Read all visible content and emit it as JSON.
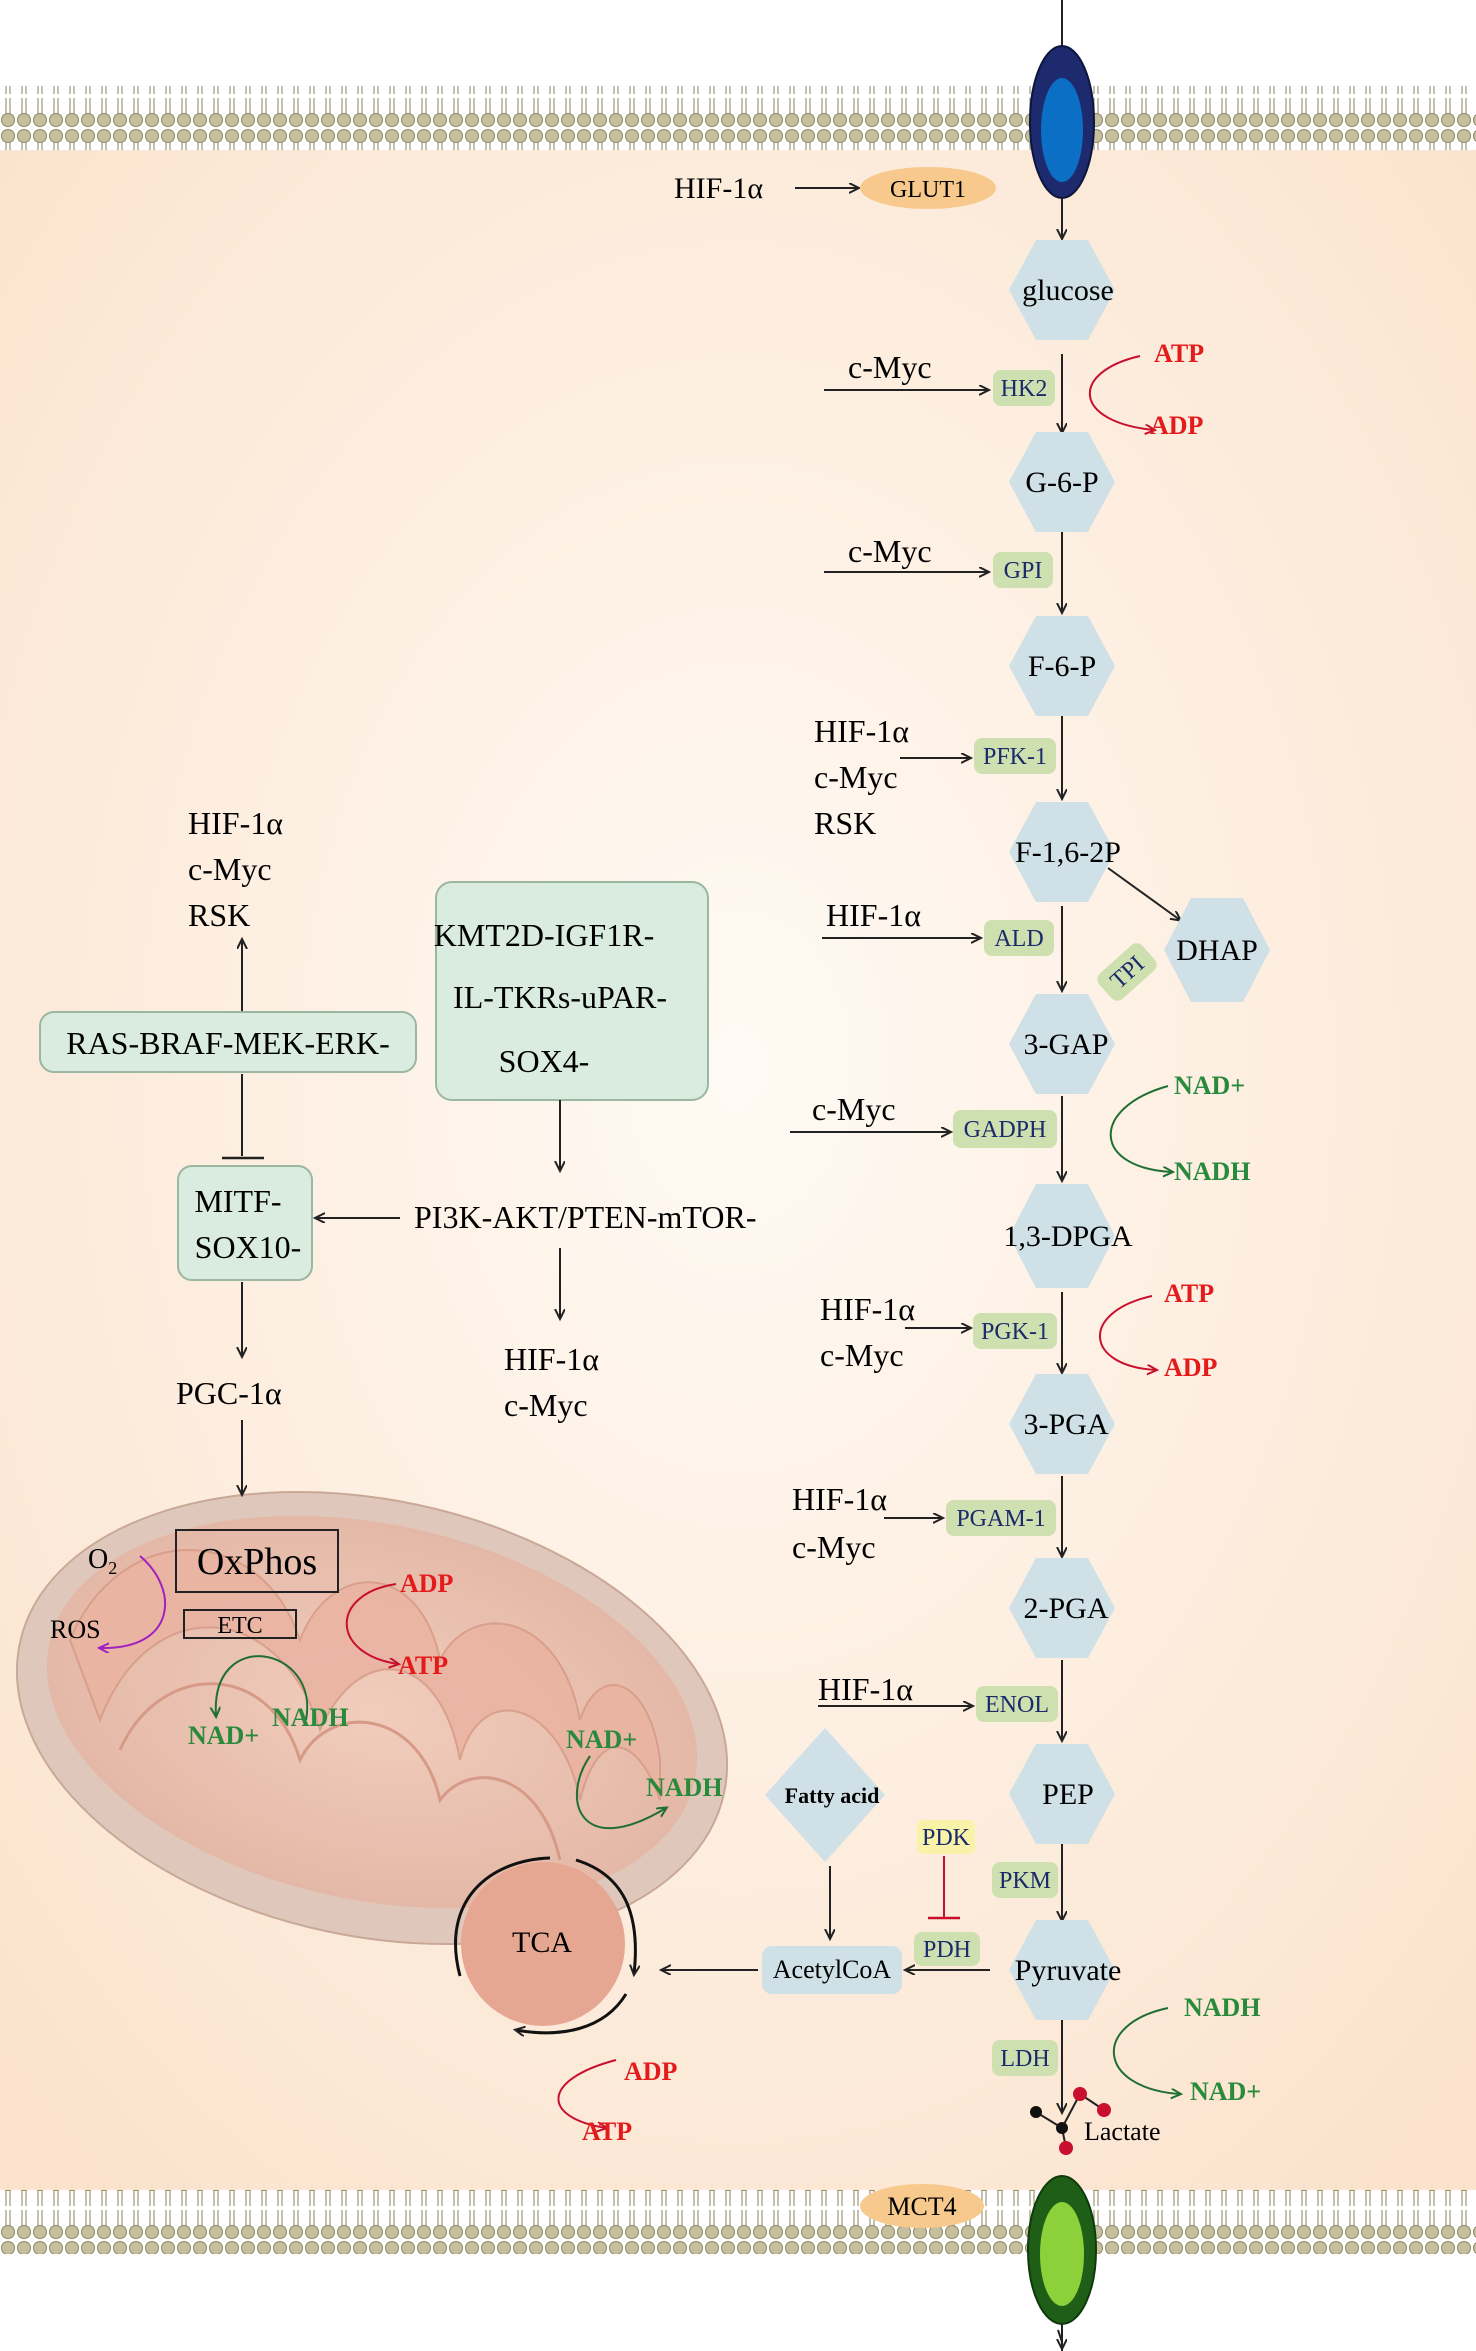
{
  "transporters": {
    "glut1": "GLUT1",
    "mct4": "MCT4"
  },
  "regulators": {
    "hif1a_glut1": "HIF-1α",
    "cmyc_hk2": "c-Myc",
    "cmyc_gpi": "c-Myc",
    "pfk1_hif": "HIF-1α",
    "pfk1_cmyc": "c-Myc",
    "pfk1_rsk": "RSK",
    "ald_hif": "HIF-1α",
    "gadph_cmyc": "c-Myc",
    "pgk1_hif": "HIF-1α",
    "pgk1_cmyc": "c-Myc",
    "pgam1_hif": "HIF-1α",
    "pgam1_cmyc": "c-Myc",
    "enol_hif": "HIF-1α"
  },
  "metabolites": {
    "glucose": "glucose",
    "g6p": "G-6-P",
    "f6p": "F-6-P",
    "f16p": "F-1,6-2P",
    "dhap": "DHAP",
    "gap": "3-GAP",
    "dpga": "1,3-DPGA",
    "pga3": "3-PGA",
    "pga2": "2-PGA",
    "pep": "PEP",
    "pyruvate": "Pyruvate",
    "lactate": "Lactate",
    "fatty_acid": "Fatty acid",
    "acetylcoa": "AcetylCoA"
  },
  "enzymes": {
    "hk2": "HK2",
    "gpi": "GPI",
    "pfk1": "PFK-1",
    "ald": "ALD",
    "tpi": "TPI",
    "gadph": "GADPH",
    "pgk1": "PGK-1",
    "pgam1": "PGAM-1",
    "enol": "ENOL",
    "pkm": "PKM",
    "ldh": "LDH",
    "pdk": "PDK",
    "pdh": "PDH"
  },
  "cofactors": {
    "atp1": "ATP",
    "adp1": "ADP",
    "nad1": "NAD+",
    "nadh1": "NADH",
    "atp2": "ATP",
    "adp2": "ADP",
    "nadh3": "NADH",
    "nad3": "NAD+",
    "adp_ox": "ADP",
    "atp_ox": "ATP",
    "nadh_etc": "NADH",
    "nad_etc": "NAD+",
    "nad_tca": "NAD+",
    "nadh_tca": "NADH",
    "adp_tca": "ADP",
    "atp_tca": "ATP"
  },
  "signaling": {
    "top_hif": "HIF-1α",
    "top_cmyc": "c-Myc",
    "top_rsk": "RSK",
    "ras": "RAS-BRAF-MEK-ERK-",
    "kmt_line1": "KMT2D-IGF1R-",
    "kmt_line2": "IL-TKRs-uPAR-",
    "kmt_line3": "SOX4-",
    "mitf_line1": "MITF-",
    "mitf_line2": "SOX10-",
    "pi3k": "PI3K-AKT/PTEN-mTOR-",
    "pi3k_hif": "HIF-1α",
    "pi3k_cmyc": "c-Myc",
    "pgc": "PGC-1α"
  },
  "mito": {
    "o2": "O",
    "o2_sub": "2",
    "ros": "ROS",
    "oxphos": "OxPhos",
    "etc": "ETC",
    "tca": "TCA"
  },
  "colors": {
    "cytoplasm": "#fbe6d3",
    "membrane": "#b3ab89",
    "hexagon": "#cfe0e6",
    "enzyme_box": "#cfe0b0",
    "signaling_box": "#d9ecdf",
    "glut1_label": "#f8c98c",
    "atp_red": "#e31b1b",
    "nad_green": "#2a8a3c",
    "glut1_blue": "#1e3a8a",
    "mct4_green": "#2f7d1f",
    "mitochondria": "#e9b9a6",
    "pdk_box": "#f8f3a8"
  }
}
